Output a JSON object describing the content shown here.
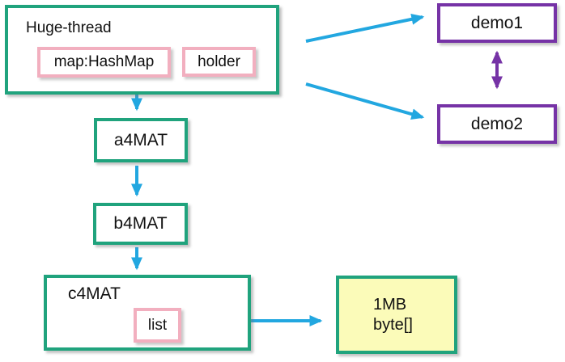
{
  "diagram": {
    "kind": "object-reference-diagram",
    "nodes": {
      "huge_thread": {
        "label": "Huge-thread",
        "fields": [
          {
            "label": "map:HashMap"
          },
          {
            "label": "holder"
          }
        ]
      },
      "a4mat": {
        "label": "a4MAT"
      },
      "b4mat": {
        "label": "b4MAT"
      },
      "c4mat": {
        "label": "c4MAT",
        "fields": [
          {
            "label": "list"
          }
        ]
      },
      "demo1": {
        "label": "demo1"
      },
      "demo2": {
        "label": "demo2"
      },
      "byte_array": {
        "line1": "1MB",
        "line2": "byte[]"
      }
    },
    "edges": [
      {
        "from": "Huge-thread",
        "to": "demo1",
        "style": "blue-arrow"
      },
      {
        "from": "Huge-thread",
        "to": "demo2",
        "style": "blue-arrow"
      },
      {
        "from": "map:HashMap",
        "to": "a4MAT",
        "style": "blue-arrow"
      },
      {
        "from": "a4MAT",
        "to": "b4MAT",
        "style": "blue-arrow"
      },
      {
        "from": "b4MAT",
        "to": "c4MAT",
        "style": "blue-arrow"
      },
      {
        "from": "list",
        "to": "1MB byte[]",
        "style": "blue-arrow"
      },
      {
        "from": "demo1",
        "to": "demo2",
        "style": "purple-double-arrow"
      }
    ],
    "colors": {
      "node_border_teal": "#20A37D",
      "field_border_pink": "#F2AFBF",
      "demo_border_purple": "#7633A6",
      "arrow_blue": "#22A7E0",
      "arrow_purple": "#7633A6",
      "byte_array_fill_yellow": "#FBFBB9",
      "text": "#111111",
      "background": "#FFFFFF"
    }
  }
}
